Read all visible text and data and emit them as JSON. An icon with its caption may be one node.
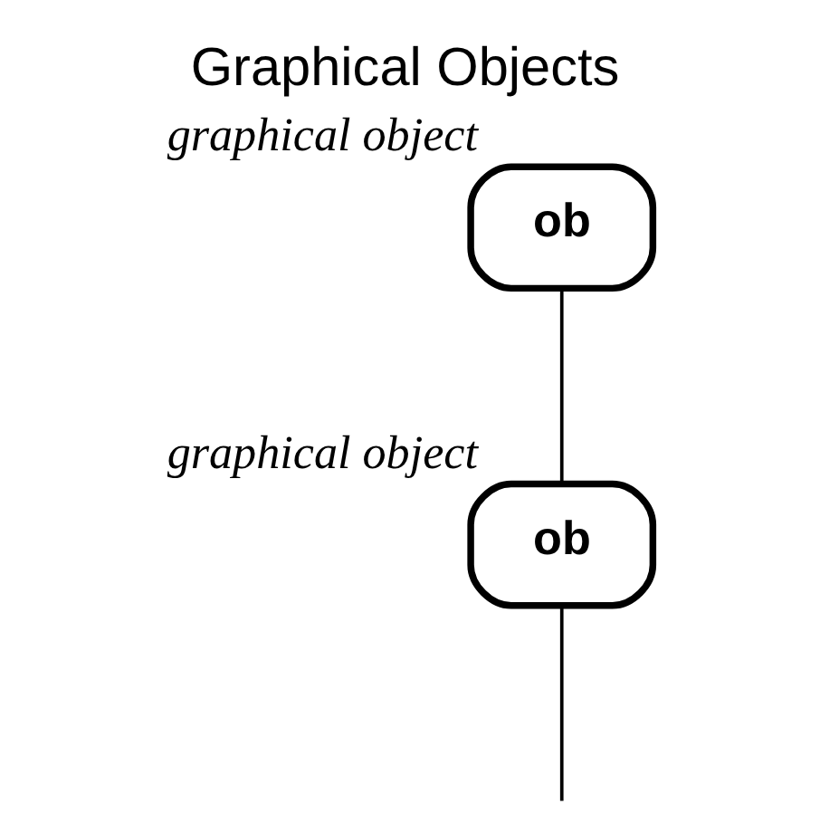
{
  "diagram": {
    "title": "Graphical Objects",
    "nodes": [
      {
        "text": [
          "ob"
        ],
        "beside": [
          "graphical object"
        ]
      },
      {
        "text": [
          "ob"
        ],
        "beside": [
          "graphical object"
        ]
      }
    ],
    "edges": [
      {
        "from": 0,
        "to": 1,
        "arrow": "none"
      },
      {
        "from": 1,
        "to": null,
        "arrow": "none"
      }
    ]
  }
}
